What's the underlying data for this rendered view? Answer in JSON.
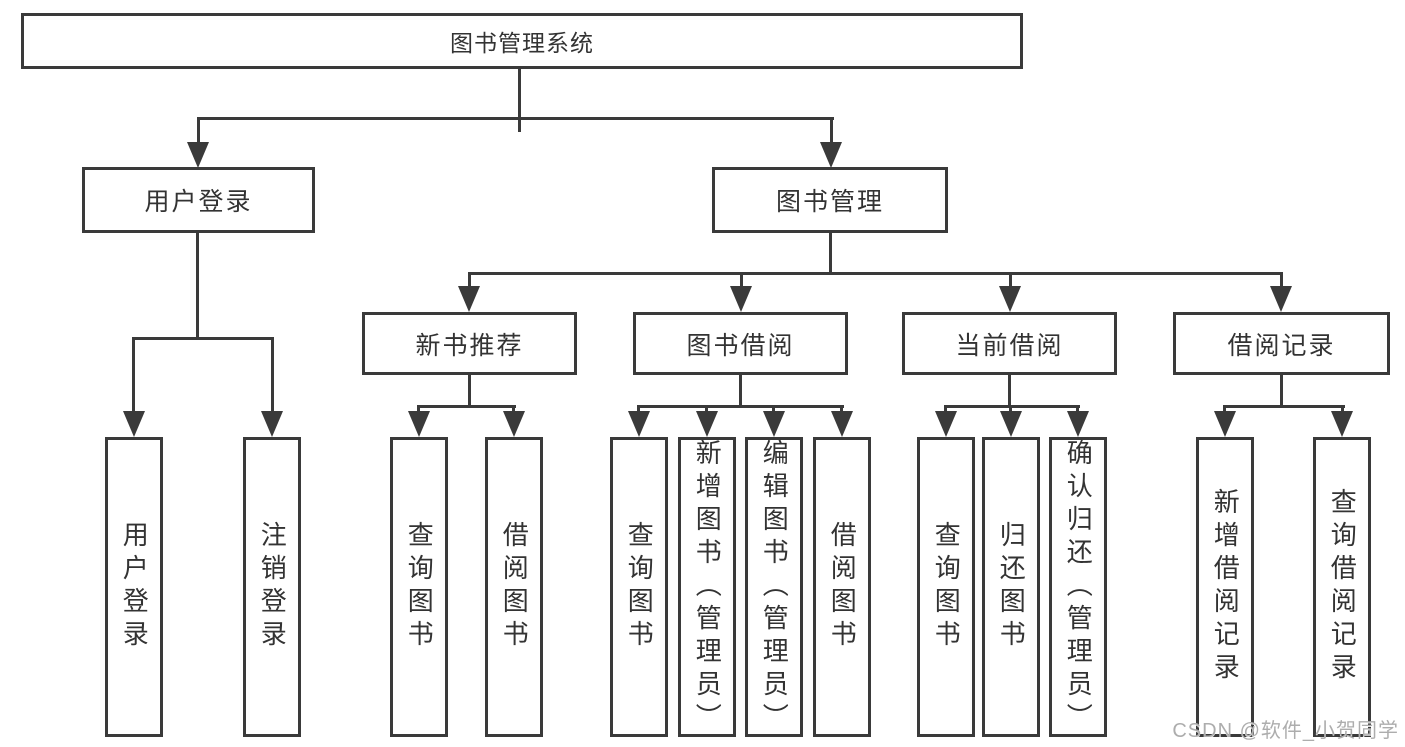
{
  "diagram": {
    "root": {
      "label": "图书管理系统"
    },
    "user_login": {
      "label": "用户登录",
      "children": [
        {
          "label": "用户登录"
        },
        {
          "label": "注销登录"
        }
      ]
    },
    "book_management": {
      "label": "图书管理",
      "sections": [
        {
          "label": "新书推荐",
          "children": [
            {
              "label": "查询图书"
            },
            {
              "label": "借阅图书"
            }
          ]
        },
        {
          "label": "图书借阅",
          "children": [
            {
              "label": "查询图书"
            },
            {
              "label": "新增图书（管理员）"
            },
            {
              "label": "编辑图书（管理员）"
            },
            {
              "label": "借阅图书"
            }
          ]
        },
        {
          "label": "当前借阅",
          "children": [
            {
              "label": "查询图书"
            },
            {
              "label": "归还图书"
            },
            {
              "label": "确认归还（管理员）"
            }
          ]
        },
        {
          "label": "借阅记录",
          "children": [
            {
              "label": "新增借阅记录"
            },
            {
              "label": "查询借阅记录"
            }
          ]
        }
      ]
    }
  },
  "watermark": {
    "text": "CSDN @软件_小贺同学"
  },
  "colors": {
    "line": "#3a3a3a",
    "text": "#333333",
    "watermark": "#adadad",
    "background": "#ffffff"
  }
}
